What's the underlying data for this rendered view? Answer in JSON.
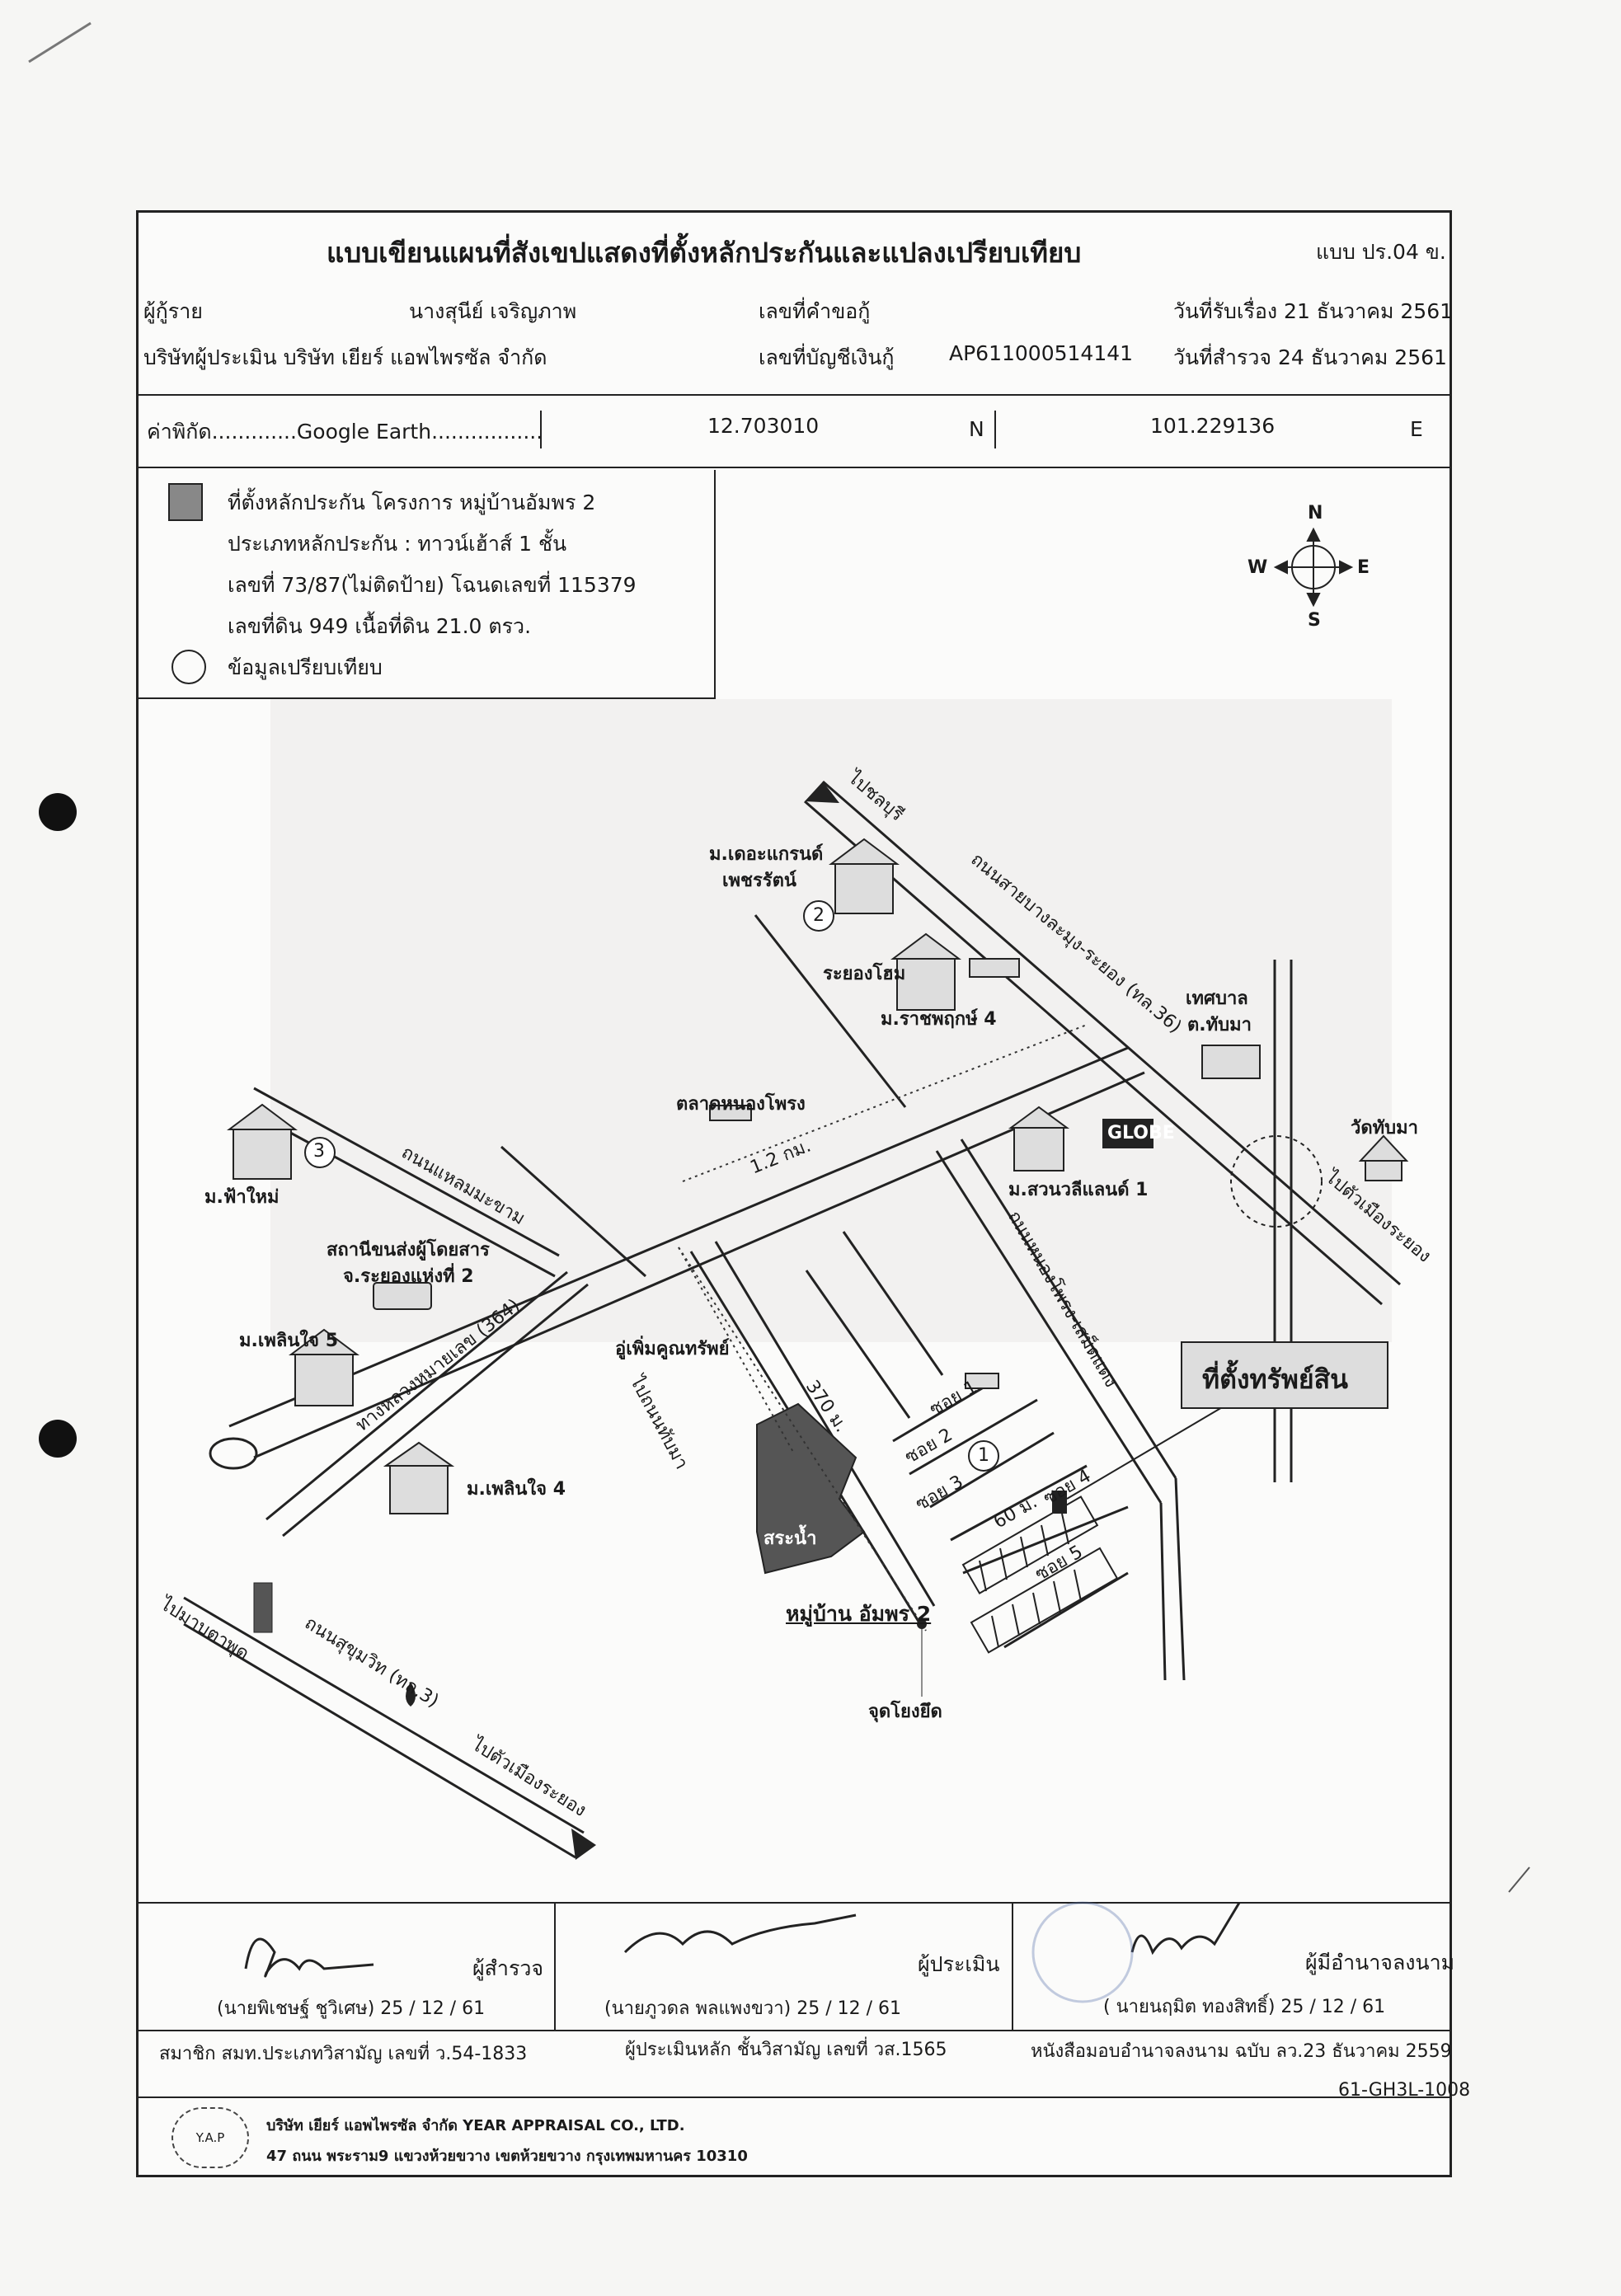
{
  "form": {
    "title": "แบบเขียนแผนที่สังเขปแสดงที่ตั้งหลักประกันและแปลงเปรียบเทียบ",
    "form_code": "แบบ ปร.04 ข.",
    "borrower_label": "ผู้กู้ราย",
    "borrower_name": "นางสุนีย์ เจริญภาพ",
    "request_no_label": "เลขที่คำขอกู้",
    "received_date": "วันที่รับเรื่อง 21 ธันวาคม 2561",
    "appraiser_label": "บริษัทผู้ประเมิน บริษัท เยียร์ แอพไพรซัล จำกัด",
    "account_label": "เลขที่บัญชีเงินกู้",
    "account_no": "AP611000514141",
    "survey_date": "วันที่สำรวจ 24 ธันวาคม 2561"
  },
  "coords": {
    "label": "ค่าพิกัด.............Google Earth.................",
    "lat": "12.703010",
    "lat_dir": "N",
    "lon": "101.229136",
    "lon_dir": "E"
  },
  "legend": {
    "project": "ที่ตั้งหลักประกัน โครงการ   หมู่บ้านอัมพร 2",
    "type": "ประเภทหลักประกัน :   ทาวน์เฮ้าส์ 1 ชั้น",
    "house_no": "เลขที่   73/87(ไม่ติดป้าย)   โฉนดเลขที่    115379",
    "land_no": "เลขที่ดิน   949                 เนื้อที่ดิน     21.0 ตรว.",
    "comparable": "ข้อมูลเปรียบเทียบ"
  },
  "compass": {
    "n": "N",
    "s": "S",
    "e": "E",
    "w": "W"
  },
  "map": {
    "road_chonburi": "ไปชลบุรี",
    "road_rayong_36": "ถนนสายบางละมุง-ระยอง (ทล.36)",
    "grand_petch": "ม.เดอะแกรนด์",
    "grand_petch2": "เพชรรัตน์",
    "rayong_home": "ระยองโฮม",
    "ratchaphruek": "ม.ราชพฤกษ์ 4",
    "municipality": "เทศบาล",
    "municipality2": "ต.ทับมา",
    "wat_thapma": "วัดทับมา",
    "market": "ตลาดหนองโพรง",
    "dist_12": "1.2 กม.",
    "globe": "GLOBE",
    "suanwali": "ม.สวนวลีแลนด์ 1",
    "to_rayong_city1": "ไปตัวเมืองระยอง",
    "fahmai": "ม.ฟ้าใหม่",
    "road_laem": "ถนนแหลมมะขาม",
    "bus1": "สถานีขนส่งผู้โดยสาร",
    "bus2": "จ.ระยองแห่งที่ 2",
    "phloen5": "ม.เพลินใจ 5",
    "phloen4": "ม.เพลินใจ 4",
    "highway_364": "ทางหลวงหมายเลข (364)",
    "poolroad": "อู่เพิ่มคูณทรัพย์",
    "to_thapma": "ไปถนนทับมา",
    "dist_370": "370 ม.",
    "dist_60": "60 ม.",
    "road_nongphrong": "ถนนหนองโพรง-เสม็ดแดง",
    "soi1": "ซอย 1",
    "soi2": "ซอย 2",
    "soi3": "ซอย 3",
    "soi4": "ซอย 4",
    "soi5": "ซอย 5",
    "pond": "สระน้ำ",
    "village": "หมู่บ้าน อัมพร 2",
    "property": "ที่ตั้งทรัพย์สิน",
    "ref_point": "จุดโยงยึด",
    "to_map_ta_phut": "ไปมาบตาพุด",
    "sukhumvit": "ถนนสุขุมวิท (ทล.3)",
    "to_rayong_city2": "ไปตัวเมืองระยอง",
    "num1": "1",
    "num2": "2",
    "num3": "3"
  },
  "signatures": {
    "surveyor_role": "ผู้สำรวจ",
    "surveyor_name": "(นายพิเชษฐ์ ชูวิเศษ)  25 / 12 / 61",
    "surveyor_member": "สมาชิก สมท.ประเภทวิสามัญ เลขที่ ว.54-1833",
    "appraiser_role": "ผู้ประเมิน",
    "appraiser_name": "(นายภูวดล พลแพงขวา)  25 / 12 / 61",
    "appraiser_member": "ผู้ประเมินหลัก ชั้นวิสามัญ เลขที่ วส.1565",
    "authorized_role": "ผู้มีอำนาจลงนาม",
    "authorized_name": "( นายนฤมิต ทองสิทธิ์)  25 / 12 / 61",
    "authorized_doc": "หนังสือมอบอำนาจลงนาม ฉบับ ลว.23 ธันวาคม 2559"
  },
  "footer": {
    "company": "บริษัท เยียร์ แอพไพรซัล จำกัด  YEAR APPRAISAL CO., LTD.",
    "address": "47 ถนน พระราม9 แขวงห้วยขวาง เขตห้วยขวาง กรุงเทพมหานคร 10310",
    "doc_code": "61-GH3L-1008",
    "logo_text": "Y.A.P"
  }
}
